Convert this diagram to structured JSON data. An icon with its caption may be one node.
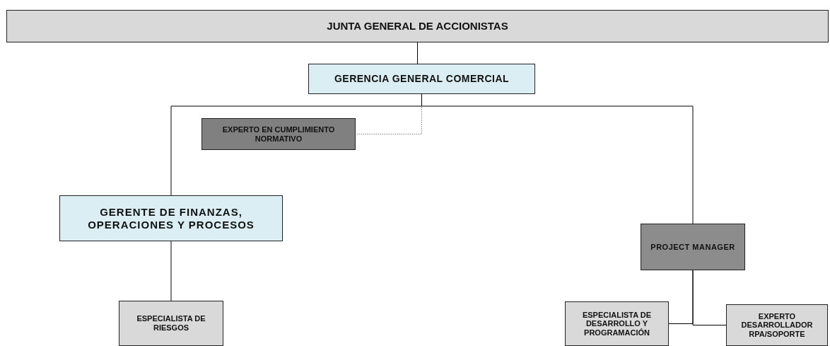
{
  "diagram": {
    "nodes": [
      {
        "text": [
          "JUNTA GENERAL DE ACCIONISTAS"
        ]
      },
      {
        "text": [
          "GERENCIA GENERAL COMERCIAL"
        ]
      },
      {
        "text": [
          "EXPERTO EN CUMPLIMIENTO NORMATIVO"
        ]
      },
      {
        "text": [
          "GERENTE DE FINANZAS, OPERACIONES Y PROCESOS"
        ]
      },
      {
        "text": [
          "PROJECT MANAGER"
        ]
      },
      {
        "text": [
          "ESPECIALISTA DE RIESGOS"
        ]
      },
      {
        "text": [
          "ESPECIALISTA DE DESARROLLO Y PROGRAMACIÓN"
        ]
      },
      {
        "text": [
          "EXPERTO DESARROLLADOR RPA/SOPORTE"
        ]
      }
    ],
    "edges": [
      {
        "from": 0,
        "to": 1,
        "arrow": "none"
      },
      {
        "from": 1,
        "to": 2,
        "arrow": "none",
        "style": "dashed",
        "color": "#808080"
      },
      {
        "from": 1,
        "to": 3,
        "arrow": "none"
      },
      {
        "from": 1,
        "to": 4,
        "arrow": "none"
      },
      {
        "from": 3,
        "to": 5,
        "arrow": "none"
      },
      {
        "from": 4,
        "to": 6,
        "arrow": "none"
      },
      {
        "from": 4,
        "to": 7,
        "arrow": "none"
      }
    ]
  }
}
